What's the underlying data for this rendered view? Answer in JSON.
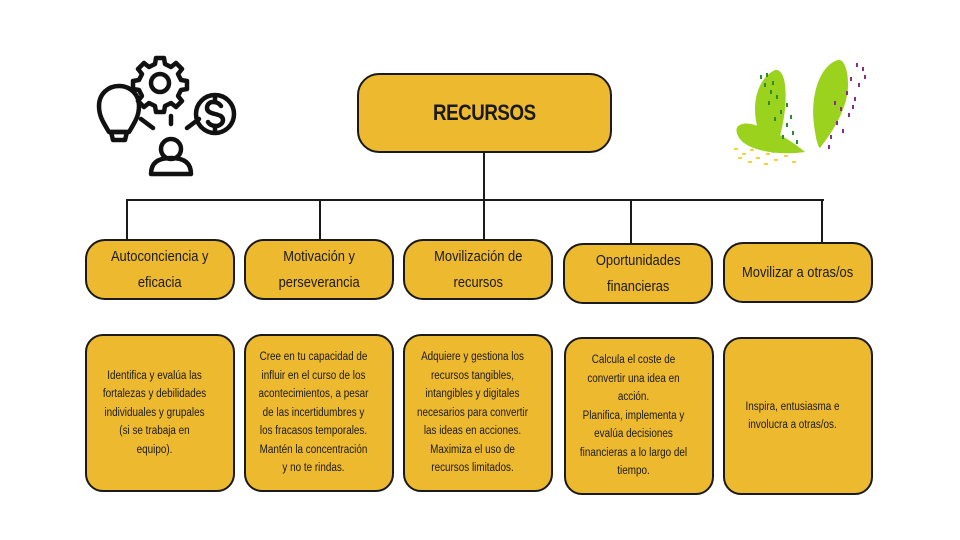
{
  "diagram": {
    "title": "RECURSOS",
    "colors": {
      "box_fill": "#EDB92E",
      "border": "#1a1a1a",
      "leaf_green": "#9BD21E",
      "dots_dark_green": "#2E8B2E",
      "dots_purple": "#8B2C8B",
      "dots_yellow": "#F2D43C"
    },
    "icons": {
      "left": "person-ideas-gear-money-icon",
      "right": "green-leaves-decoration"
    },
    "categories": [
      {
        "label": "Autoconciencia y\neficacia",
        "description": "Identifica y evalúa las\nfortalezas y debilidades\nindividuales y grupales\n(si se trabaja en\nequipo)."
      },
      {
        "label": "Motivación y\nperseverancia",
        "description": "Cree en tu capacidad de\ninfluir en el curso de los\nacontecimientos, a pesar\nde las incertidumbres y\nlos fracasos temporales.\nMantén la concentración\ny no te rindas."
      },
      {
        "label": "Movilización de\nrecursos",
        "description": "Adquiere y gestiona los\nrecursos tangibles,\nintangibles y digitales\nnecesarios para convertir\nlas ideas en acciones.\nMaximiza el uso de\nrecursos limitados."
      },
      {
        "label": "Oportunidades\nfinancieras",
        "description": "Calcula el coste de\nconvertir una idea en\nacción.\nPlanifica, implementa y\nevalúa decisiones\nfinancieras a lo largo del\ntiempo."
      },
      {
        "label": "Movilizar a otras/os",
        "description": "Inspira, entusiasma e\ninvolucra a otras/os."
      }
    ]
  }
}
